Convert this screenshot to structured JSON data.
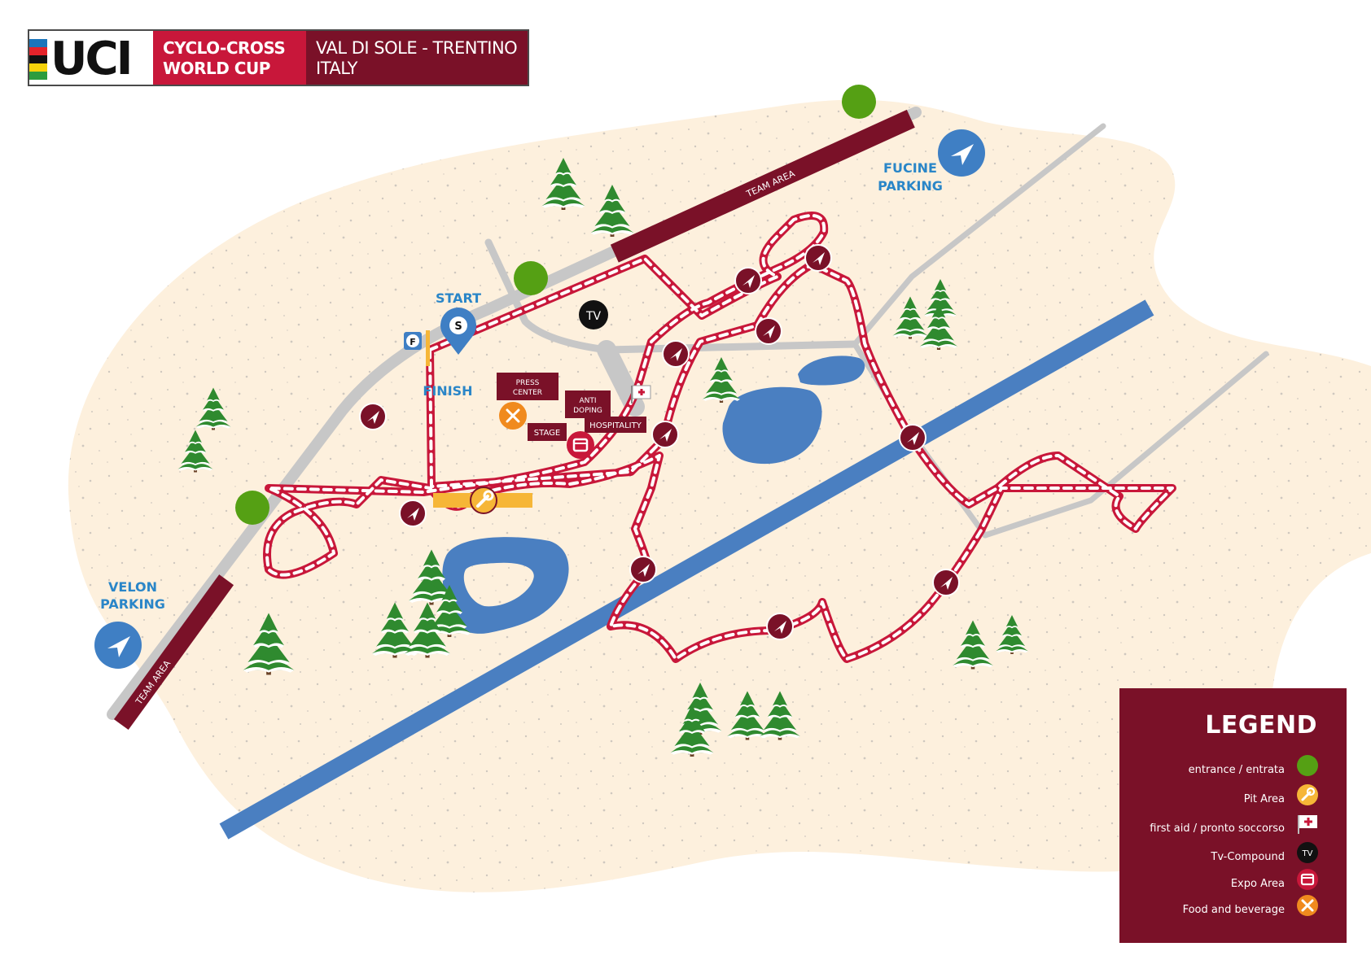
{
  "header": {
    "logo_text": "UCI",
    "series_line1": "CYCLO-CROSS",
    "series_line2": "WORLD CUP",
    "venue_line1": "VAL DI SOLE - TRENTINO",
    "venue_line2": "ITALY",
    "stripe_colors": [
      "#1b75bb",
      "#e4232a",
      "#111111",
      "#f5d20b",
      "#2c9c3e"
    ]
  },
  "labels": {
    "start": "START",
    "start_marker": "S",
    "finish": "FINISH",
    "finish_marker": "F",
    "fucine_line1": "FUCINE",
    "fucine_line2": "PARKING",
    "velon_line1": "VELON",
    "velon_line2": "PARKING",
    "team_area_top": "TEAM AREA",
    "team_area_bottom": "TEAM AREA",
    "tv": "TV",
    "press_line1": "PRESS",
    "press_line2": "CENTER",
    "anti_line1": "ANTI",
    "anti_line2": "DOPING",
    "hospitality": "HOSPITALITY",
    "stage": "STAGE"
  },
  "legend": {
    "title": "LEGEND",
    "items": [
      {
        "label": "entrance / entrata",
        "icon": "entrance-icon"
      },
      {
        "label": "Pit Area",
        "icon": "pit-area-icon"
      },
      {
        "label": "first aid / pronto soccorso",
        "icon": "first-aid-icon"
      },
      {
        "label": "Tv-Compound",
        "icon": "tv-compound-icon"
      },
      {
        "label": "Expo Area",
        "icon": "expo-area-icon"
      },
      {
        "label": "Food and beverage",
        "icon": "food-beverage-icon"
      }
    ]
  },
  "colors": {
    "ground": "#fdf0dd",
    "speckle": "#c9c3bb",
    "road": "#c7c7c7",
    "water": "#4a7fc1",
    "maroon": "#7a1128",
    "course_red": "#c8173a",
    "entrance_green": "#55a014",
    "parking_blue": "#3f7fc4",
    "label_blue": "#2a86c8",
    "pit_yellow": "#f6b637",
    "food_orange": "#f08a1e"
  }
}
